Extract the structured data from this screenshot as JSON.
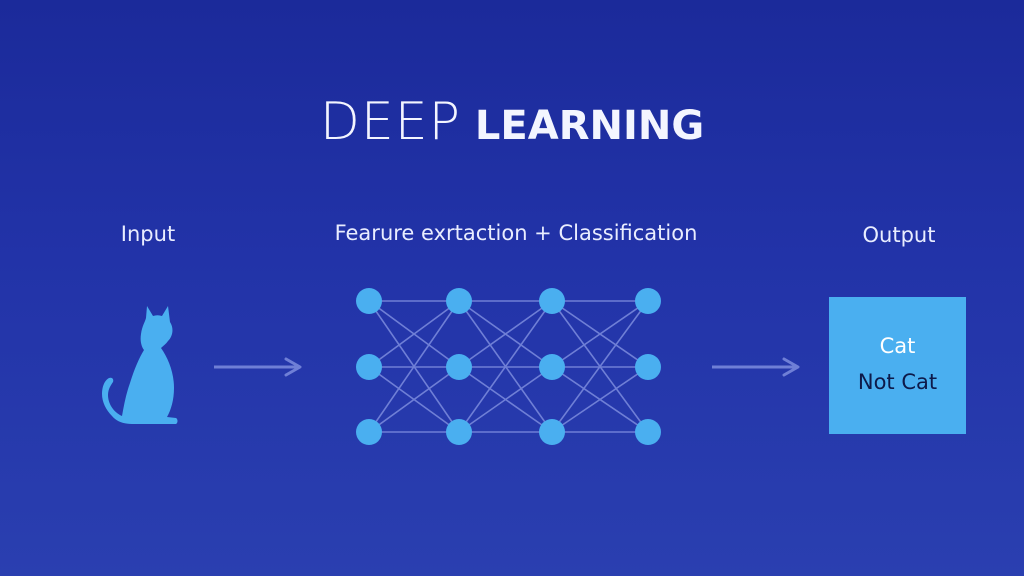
{
  "title": {
    "light": "DEEP",
    "bold": "LEARNING"
  },
  "labels": {
    "input": "Input",
    "feature": "Fearure exrtaction + Classification",
    "output": "Output"
  },
  "output_box": {
    "cat": "Cat",
    "not_cat": "Not Cat"
  },
  "network": {
    "layers": 4,
    "nodes_per_layer": 3
  },
  "icons": {
    "input": "cat-silhouette-icon",
    "flow": "arrow-right-icon"
  },
  "colors": {
    "background_top": "#1b2a9a",
    "background_bottom": "#2a3fb0",
    "node": "#4aaff0",
    "edge": "#6f7fd6",
    "arrow": "#6f7fd6",
    "output_box": "#4aaff0",
    "text": "#e9edff"
  }
}
